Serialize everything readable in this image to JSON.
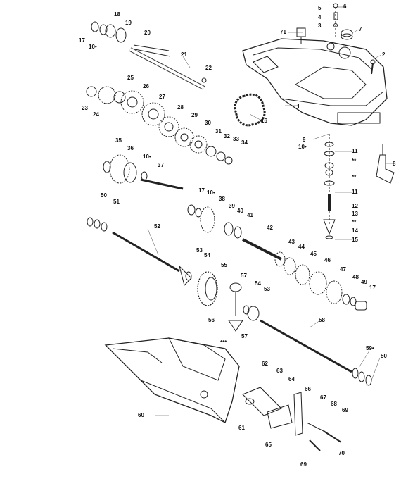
{
  "labels": {
    "p1": "1",
    "p2": "2",
    "p3": "3",
    "p4": "4",
    "p5": "5",
    "p6": "6",
    "p7": "7",
    "p8": "8",
    "p9": "9",
    "p10": "10",
    "p11": "11",
    "p12": "12",
    "p13": "13",
    "p14": "14",
    "p15": "15",
    "p16": "16",
    "p17": "17",
    "p18": "18",
    "p19": "19",
    "p20": "20",
    "p21": "21",
    "p22": "22",
    "p23": "23",
    "p24": "24",
    "p25": "25",
    "p26": "26",
    "p27": "27",
    "p28": "28",
    "p29": "29",
    "p30": "30",
    "p31": "31",
    "p32": "32",
    "p33": "33",
    "p34": "34",
    "p35": "35",
    "p36": "36",
    "p37": "37",
    "p38": "38",
    "p39": "39",
    "p40": "40",
    "p41": "41",
    "p42": "42",
    "p43": "43",
    "p44": "44",
    "p45": "45",
    "p46": "46",
    "p47": "47",
    "p48": "48",
    "p49": "49",
    "p50": "50",
    "p51": "51",
    "p52": "52",
    "p53": "53",
    "p54": "54",
    "p55": "55",
    "p56": "56",
    "p57": "57",
    "p58": "58",
    "p59": "59",
    "p60": "60",
    "p61": "61",
    "p62": "62",
    "p63": "63",
    "p64": "64",
    "p65": "65",
    "p66": "66",
    "p67": "67",
    "p68": "68",
    "p69": "69",
    "p70": "70",
    "p71": "71",
    "p10s": "10•",
    "p59s": "59•",
    "dbl": "**",
    "tpl": "***"
  }
}
